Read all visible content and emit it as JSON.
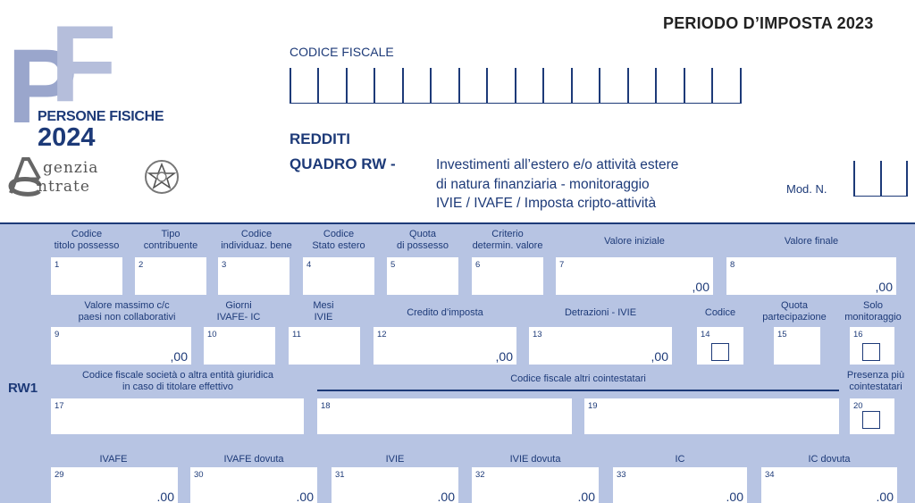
{
  "header": {
    "logo_letters": "PF",
    "logo_persone": "PERSONE FISICHE",
    "logo_year": "2024",
    "agency_word1": "genzia",
    "agency_word2": "ntrate",
    "periodo": "PERIODO D’IMPOSTA 2023",
    "codice_fiscale_label": "CODICE FISCALE",
    "redditi": "REDDITI",
    "quadro": "QUADRO RW -",
    "desc_line1": "Investimenti all’estero e/o attività estere",
    "desc_line2": "di natura finanziaria - monitoraggio",
    "desc_line3": "IVIE / IVAFE / Imposta cripto-attività",
    "mod_label": "Mod. N."
  },
  "colors": {
    "form_bg": "#b7c4e3",
    "ink": "#1d3a78",
    "logo_light": "#9aa6cc"
  },
  "row_label": "RW1",
  "row1": [
    {
      "label": "Codice\ntitolo possesso",
      "num": "1",
      "value": ""
    },
    {
      "label": "Tipo\ncontribuente",
      "num": "2",
      "value": ""
    },
    {
      "label": "Codice\nindividuaz. bene",
      "num": "3",
      "value": ""
    },
    {
      "label": "Codice\nStato estero",
      "num": "4",
      "value": ""
    },
    {
      "label": "Quota\ndi possesso",
      "num": "5",
      "value": ""
    },
    {
      "label": "Criterio\ndetermin. valore",
      "num": "6",
      "value": ""
    },
    {
      "label": "Valore iniziale",
      "num": "7",
      "value": ",00"
    },
    {
      "label": "Valore finale",
      "num": "8",
      "value": ",00"
    }
  ],
  "row2": [
    {
      "label": "Valore massimo c/c\npaesi non collaborativi",
      "num": "9",
      "value": ",00"
    },
    {
      "label": "Giorni\nIVAFE- IC",
      "num": "10",
      "value": ""
    },
    {
      "label": "Mesi\nIVIE",
      "num": "11",
      "value": ""
    },
    {
      "label": "Credito d’imposta",
      "num": "12",
      "value": ",00"
    },
    {
      "label": "Detrazioni - IVIE",
      "num": "13",
      "value": ",00"
    },
    {
      "label": "Codice",
      "num": "14",
      "value": ""
    },
    {
      "label": "Quota\npartecipazione",
      "num": "15",
      "value": ""
    },
    {
      "label": "Solo\nmonitoraggio",
      "num": "16",
      "value": ""
    }
  ],
  "row3": {
    "label17": "Codice fiscale società o altra entità giuridica\nin caso di titolare effettivo",
    "label_cointestatari": "Codice fiscale altri cointestatari",
    "label20": "Presenza più\ncointestatari",
    "num17": "17",
    "num18": "18",
    "num19": "19",
    "num20": "20"
  },
  "row4": [
    {
      "label": "IVAFE",
      "num": "29",
      "value": ".00"
    },
    {
      "label": "IVAFE dovuta",
      "num": "30",
      "value": ".00"
    },
    {
      "label": "IVIE",
      "num": "31",
      "value": ".00"
    },
    {
      "label": "IVIE dovuta",
      "num": "32",
      "value": ".00"
    },
    {
      "label": "IC",
      "num": "33",
      "value": ".00"
    },
    {
      "label": "IC dovuta",
      "num": "34",
      "value": ".00"
    }
  ]
}
